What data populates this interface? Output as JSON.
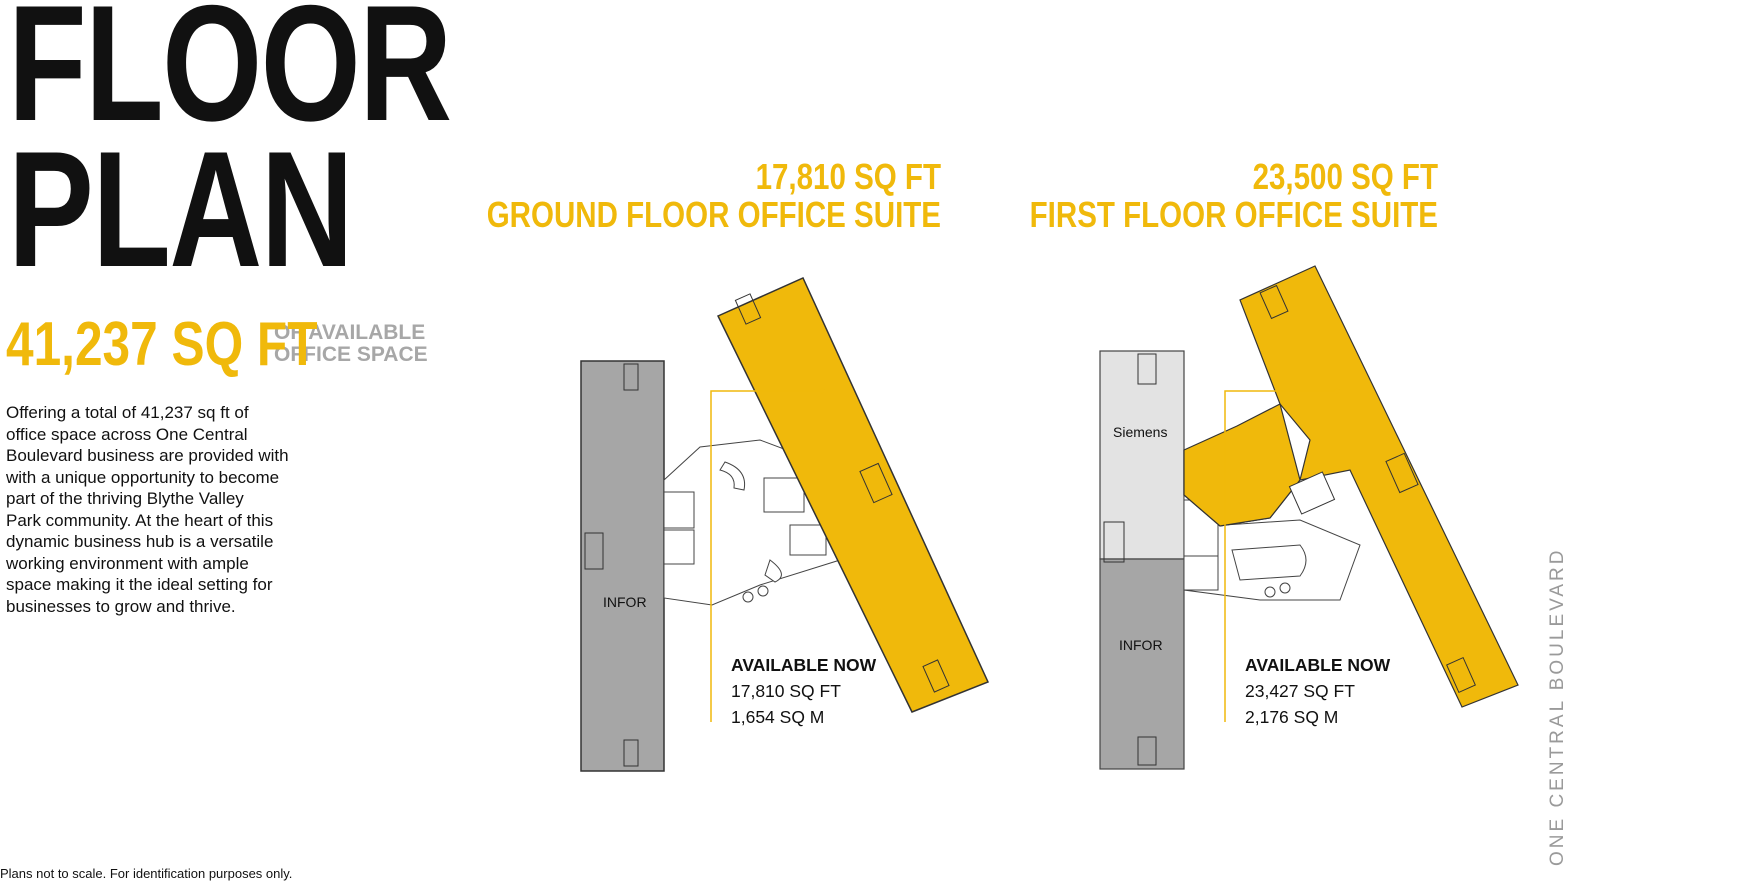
{
  "title": {
    "line1": "FLOOR",
    "line2": "PLAN"
  },
  "summary": {
    "total": "41,237 SQ FT",
    "caption": "OF AVAILABLE\nOFFICE SPACE"
  },
  "description": "Offering a total of 41,237 sq ft of\noffice space across One Central\nBoulevard business are provided with\nwith a unique opportunity to become\npart of the thriving Blythe Valley\nPark community. At the heart of this\ndynamic business hub is a versatile\nworking environment with ample\nspace making it the ideal setting for\nbusinesses to grow and thrive.",
  "footnote": "Plans not to scale. For identification purposes only.",
  "side_label": "ONE CENTRAL BOULEVARD",
  "ground_floor": {
    "area_heading": "17,810 SQ FT",
    "name_heading": "GROUND FLOOR OFFICE SUITE",
    "status": "AVAILABLE NOW",
    "sq_ft": "17,810 SQ FT",
    "sq_m": "1,654 SQ M",
    "tenant_label": "INFOR"
  },
  "first_floor": {
    "area_heading": "23,500 SQ FT",
    "name_heading": "FIRST FLOOR OFFICE SUITE",
    "status": "AVAILABLE NOW",
    "sq_ft": "23,427 SQ FT",
    "sq_m": "2,176 SQ M",
    "tenant_label_top": "Siemens",
    "tenant_label_bottom": "INFOR"
  },
  "colors": {
    "accent": "#f0b90b",
    "let_space": "#a6a6a6",
    "let_space_light": "#e3e3e3",
    "caption_grey": "#a7a7a7"
  }
}
